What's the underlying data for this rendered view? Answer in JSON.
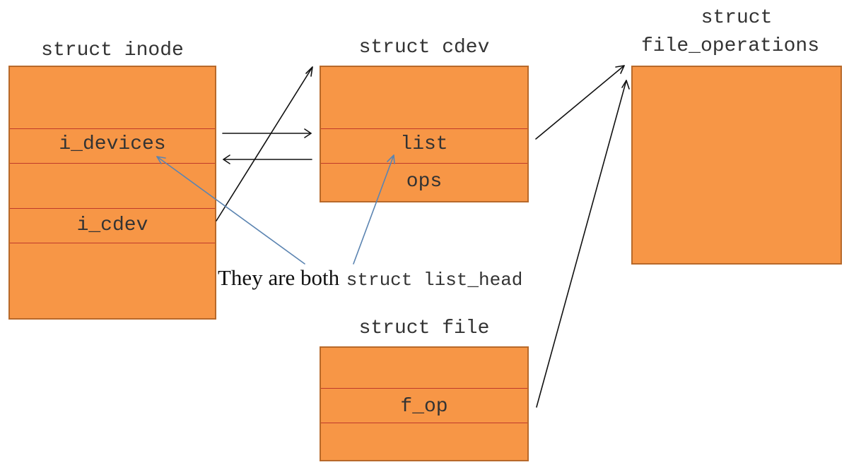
{
  "structs": {
    "inode": {
      "title": "struct inode",
      "fields": [
        "i_devices",
        "i_cdev"
      ]
    },
    "cdev": {
      "title": "struct cdev",
      "fields": [
        "list",
        "ops"
      ]
    },
    "file_operations": {
      "title_line1": "struct",
      "title_line2": "file_operations"
    },
    "file": {
      "title": "struct file",
      "fields": [
        "f_op"
      ]
    }
  },
  "note": {
    "prefix": "They are both",
    "type": "struct list_head"
  },
  "colors": {
    "box_fill": "#f79646",
    "box_border": "#b8692a",
    "divider": "#c0392b",
    "black_arrow": "#111111",
    "blue_arrow": "#5b84b1"
  }
}
